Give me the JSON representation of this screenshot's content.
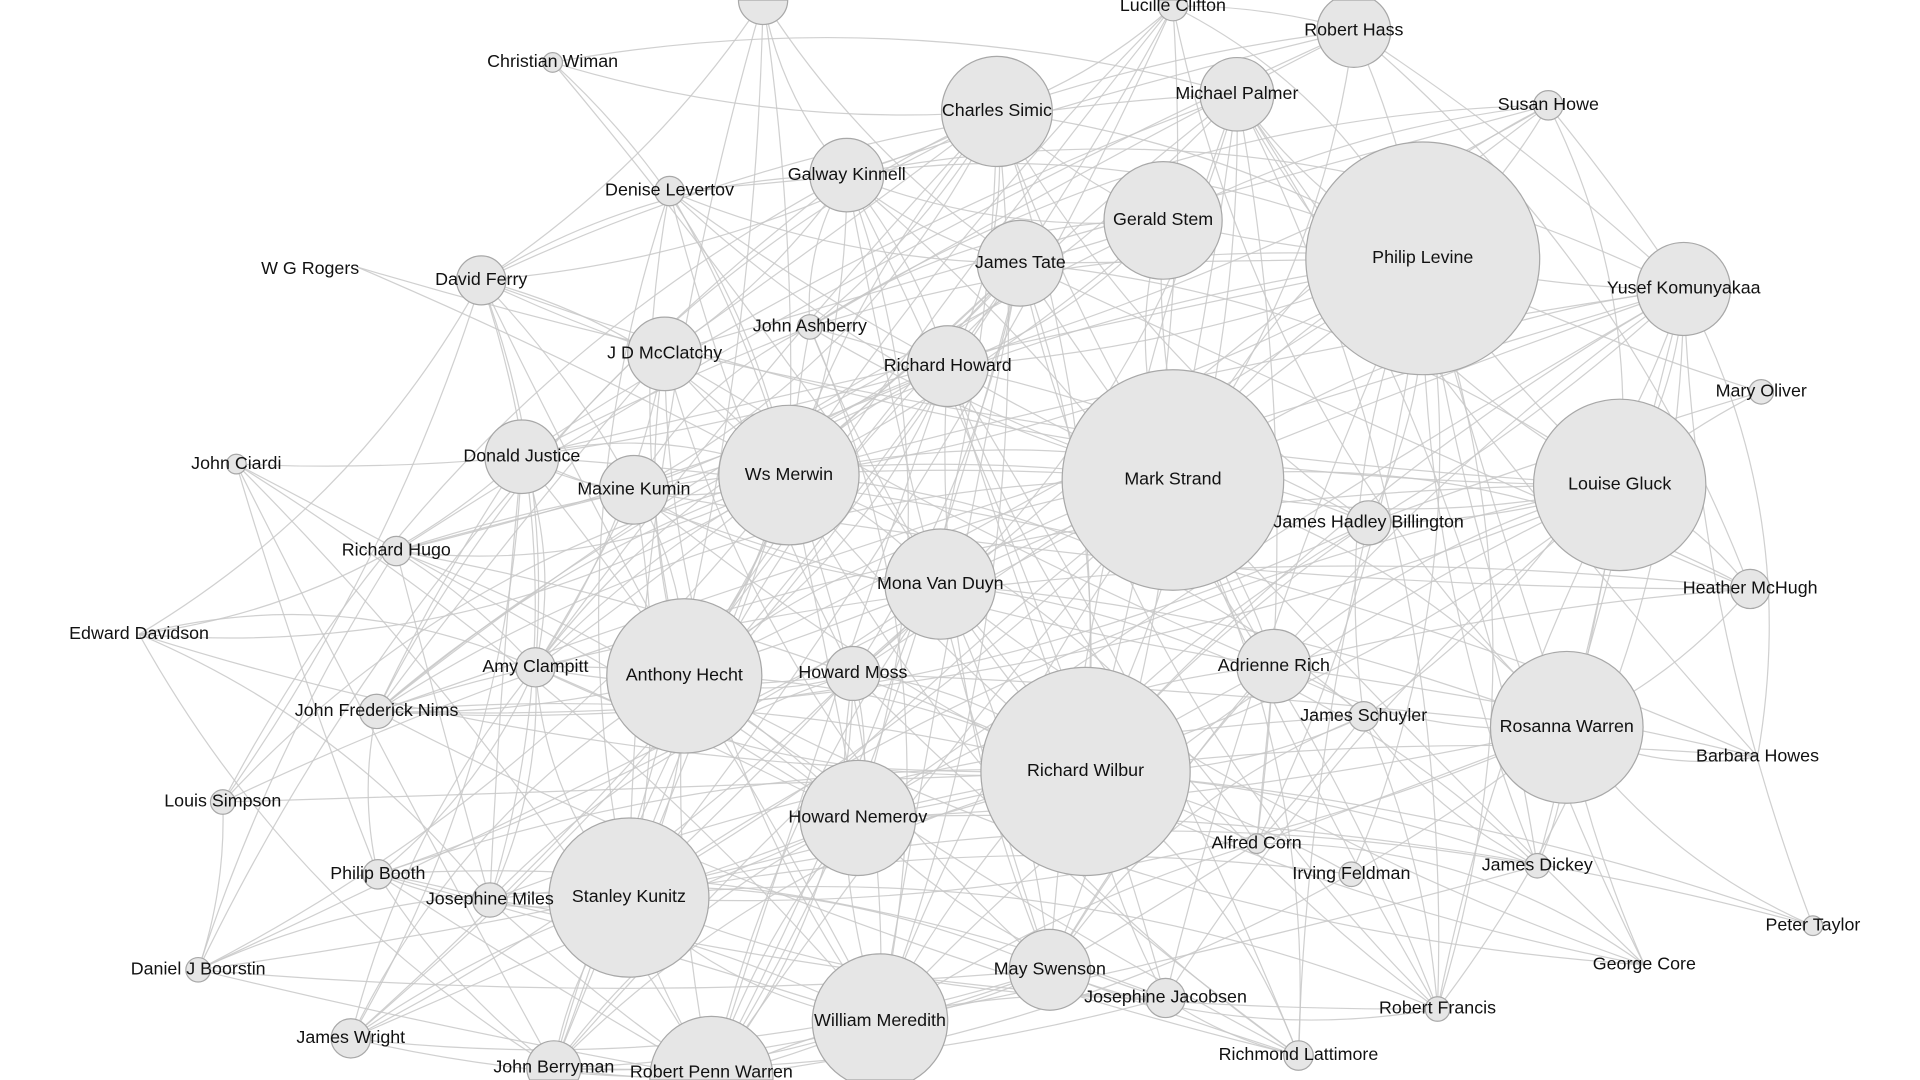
{
  "graph": {
    "title": "Poet co-occurrence network",
    "colors": {
      "node_fill": "#e6e6e6",
      "node_stroke": "#a8a8a8",
      "edge": "#c8c8c8",
      "label": "#111111"
    },
    "nodes": [
      {
        "label": ""
      },
      {
        "label": "Lucille Clifton"
      },
      {
        "label": "Robert Hass"
      },
      {
        "label": "Christian Wiman"
      },
      {
        "label": "Charles Simic"
      },
      {
        "label": "Michael Palmer"
      },
      {
        "label": "Susan Howe"
      },
      {
        "label": "Galway Kinnell"
      },
      {
        "label": "Denise Levertov"
      },
      {
        "label": "Gerald Stem"
      },
      {
        "label": "Philip Levine"
      },
      {
        "label": "James Tate"
      },
      {
        "label": "Yusef Komunyakaa"
      },
      {
        "label": "W G Rogers"
      },
      {
        "label": "David Ferry"
      },
      {
        "label": "John Ashberry"
      },
      {
        "label": "J D McClatchy"
      },
      {
        "label": "Richard Howard"
      },
      {
        "label": "Mary Oliver"
      },
      {
        "label": "John Ciardi"
      },
      {
        "label": "Donald Justice"
      },
      {
        "label": "Maxine Kumin"
      },
      {
        "label": "Ws Merwin"
      },
      {
        "label": "Mark Strand"
      },
      {
        "label": "Louise Gluck"
      },
      {
        "label": "James Hadley Billington"
      },
      {
        "label": "Richard Hugo"
      },
      {
        "label": "Mona Van Duyn"
      },
      {
        "label": "Heather McHugh"
      },
      {
        "label": "Edward Davidson"
      },
      {
        "label": "Amy Clampitt"
      },
      {
        "label": "Anthony Hecht"
      },
      {
        "label": "Howard Moss"
      },
      {
        "label": "Adrienne Rich"
      },
      {
        "label": "John Frederick Nims"
      },
      {
        "label": "James Schuyler"
      },
      {
        "label": "Rosanna Warren"
      },
      {
        "label": "Richard Wilbur"
      },
      {
        "label": "Barbara Howes"
      },
      {
        "label": "Louis Simpson"
      },
      {
        "label": "Howard Nemerov"
      },
      {
        "label": "Alfred Corn"
      },
      {
        "label": "Irving Feldman"
      },
      {
        "label": "James Dickey"
      },
      {
        "label": "Philip Booth"
      },
      {
        "label": "Josephine Miles"
      },
      {
        "label": "Stanley Kunitz"
      },
      {
        "label": "Peter Taylor"
      },
      {
        "label": "George Core"
      },
      {
        "label": "Daniel J Boorstin"
      },
      {
        "label": "May Swenson"
      },
      {
        "label": "Josephine Jacobsen"
      },
      {
        "label": "William Meredith"
      },
      {
        "label": "Robert Francis"
      },
      {
        "label": "James Wright"
      },
      {
        "label": "John Berryman"
      },
      {
        "label": "Robert Penn Warren"
      },
      {
        "label": "Richmond Lattimore"
      }
    ]
  }
}
